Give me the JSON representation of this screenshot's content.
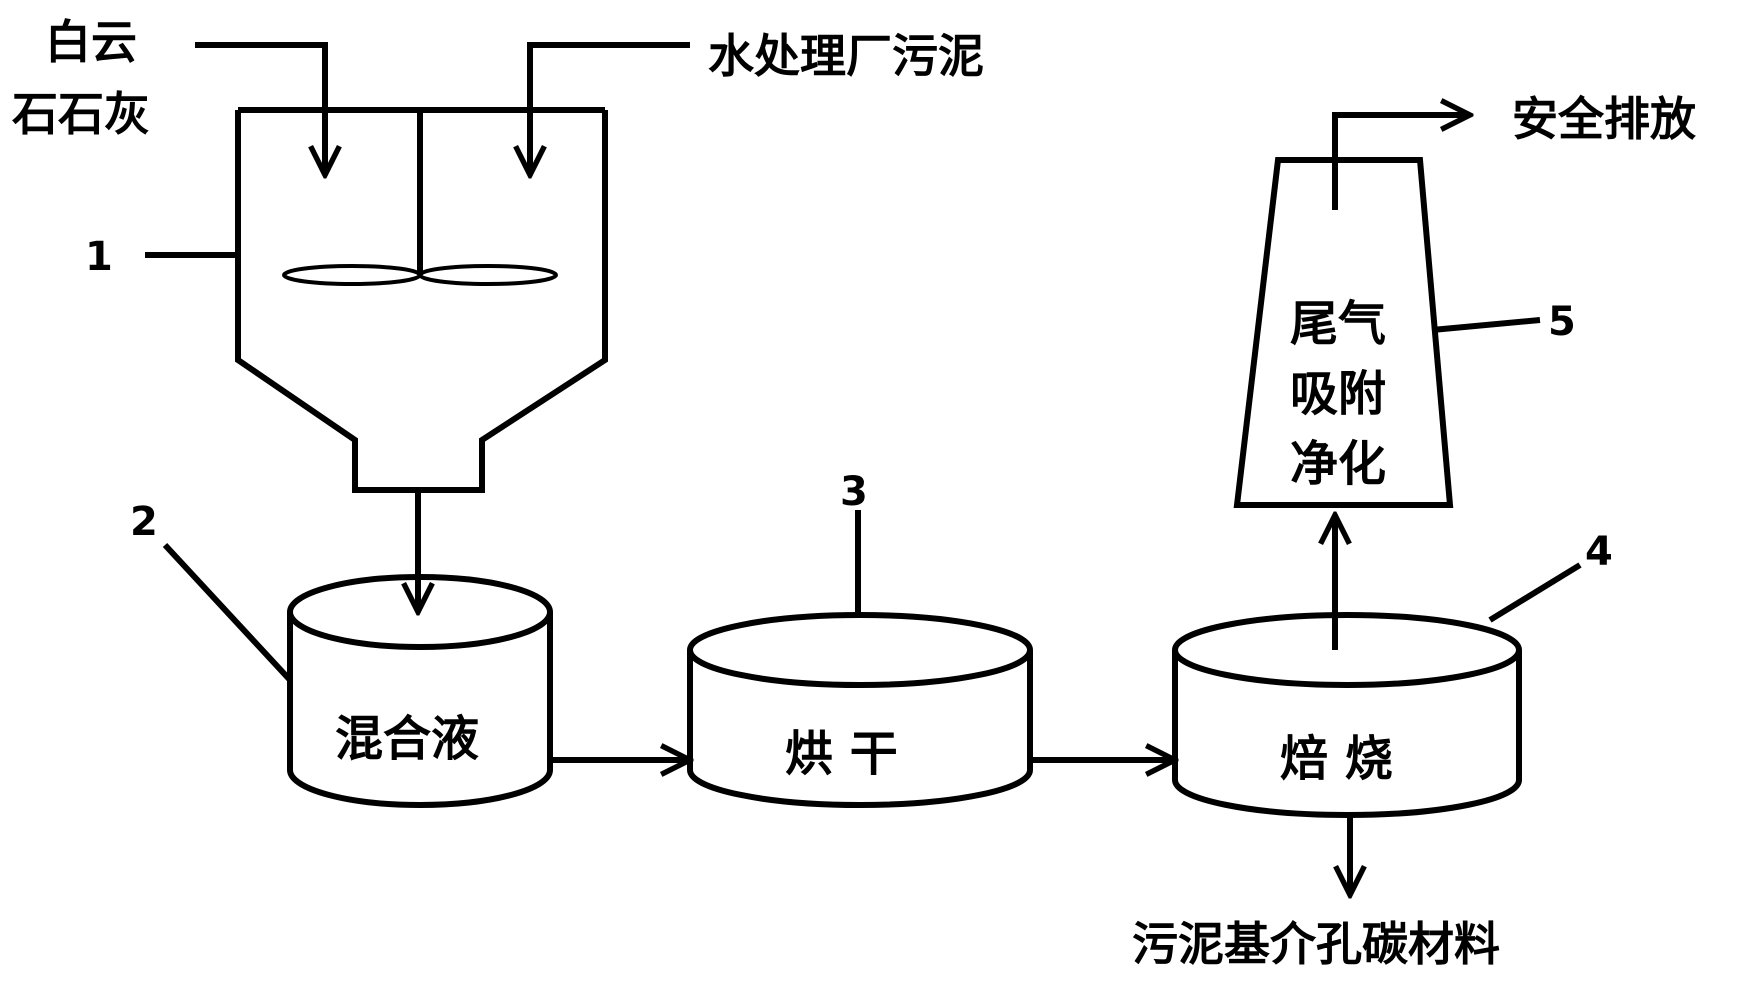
{
  "inputs": {
    "lime_line1": "白云",
    "lime_line2": "石石灰",
    "sludge": "水处理厂污泥"
  },
  "numbers": {
    "n1": "1",
    "n2": "2",
    "n3": "3",
    "n4": "4",
    "n5": "5"
  },
  "tanks": {
    "mix": "混合液",
    "dry": "烘 干",
    "roast": "焙 烧"
  },
  "purifier": {
    "line1": "尾气",
    "line2": "吸附",
    "line3": "净化"
  },
  "outputs": {
    "exhaust": "安全排放",
    "product": "污泥基介孔碳材料"
  }
}
